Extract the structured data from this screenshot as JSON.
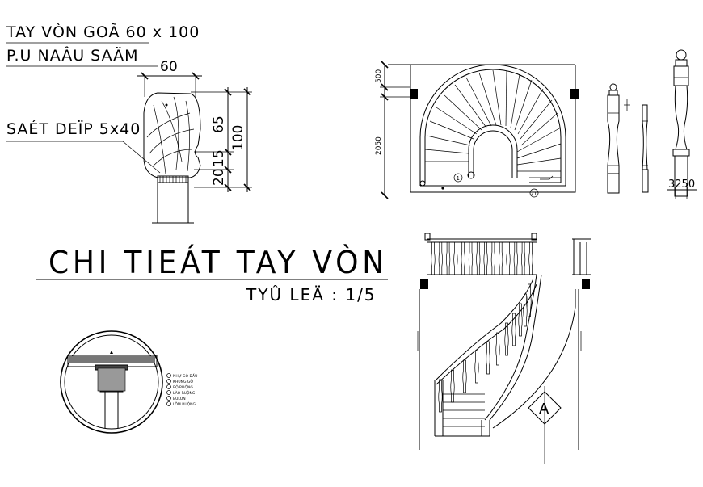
{
  "handrail_detail": {
    "label_material": "TAY VÒN GOÃ 60 x 100",
    "label_finish": "P.U NAÂU SAÄM",
    "label_steel": "SAÉT DEÏP 5x40",
    "dim_width": "60",
    "dim_65": "65",
    "dim_100": "100",
    "dim_20": "20",
    "dim_15": "15"
  },
  "title_block": {
    "title": "CHI TIEÁT TAY VÒN",
    "scale": "TYÛ LEÄ : 1/5"
  },
  "stair_plan": {
    "dim_500": "500",
    "dim_2050": "2050",
    "marker_1": "1",
    "marker_21": "21"
  },
  "balusters": {
    "dim_spacing": "3250"
  },
  "section_legend": {
    "items": [
      "NHỰ GÒ ĐẦU",
      "KHUNG GỖ",
      "BỘ RUỘNG",
      "LÀO RUỘNG",
      "BULON",
      "LÕM RUỘNG"
    ]
  },
  "elevation": {
    "section_mark": "A"
  }
}
